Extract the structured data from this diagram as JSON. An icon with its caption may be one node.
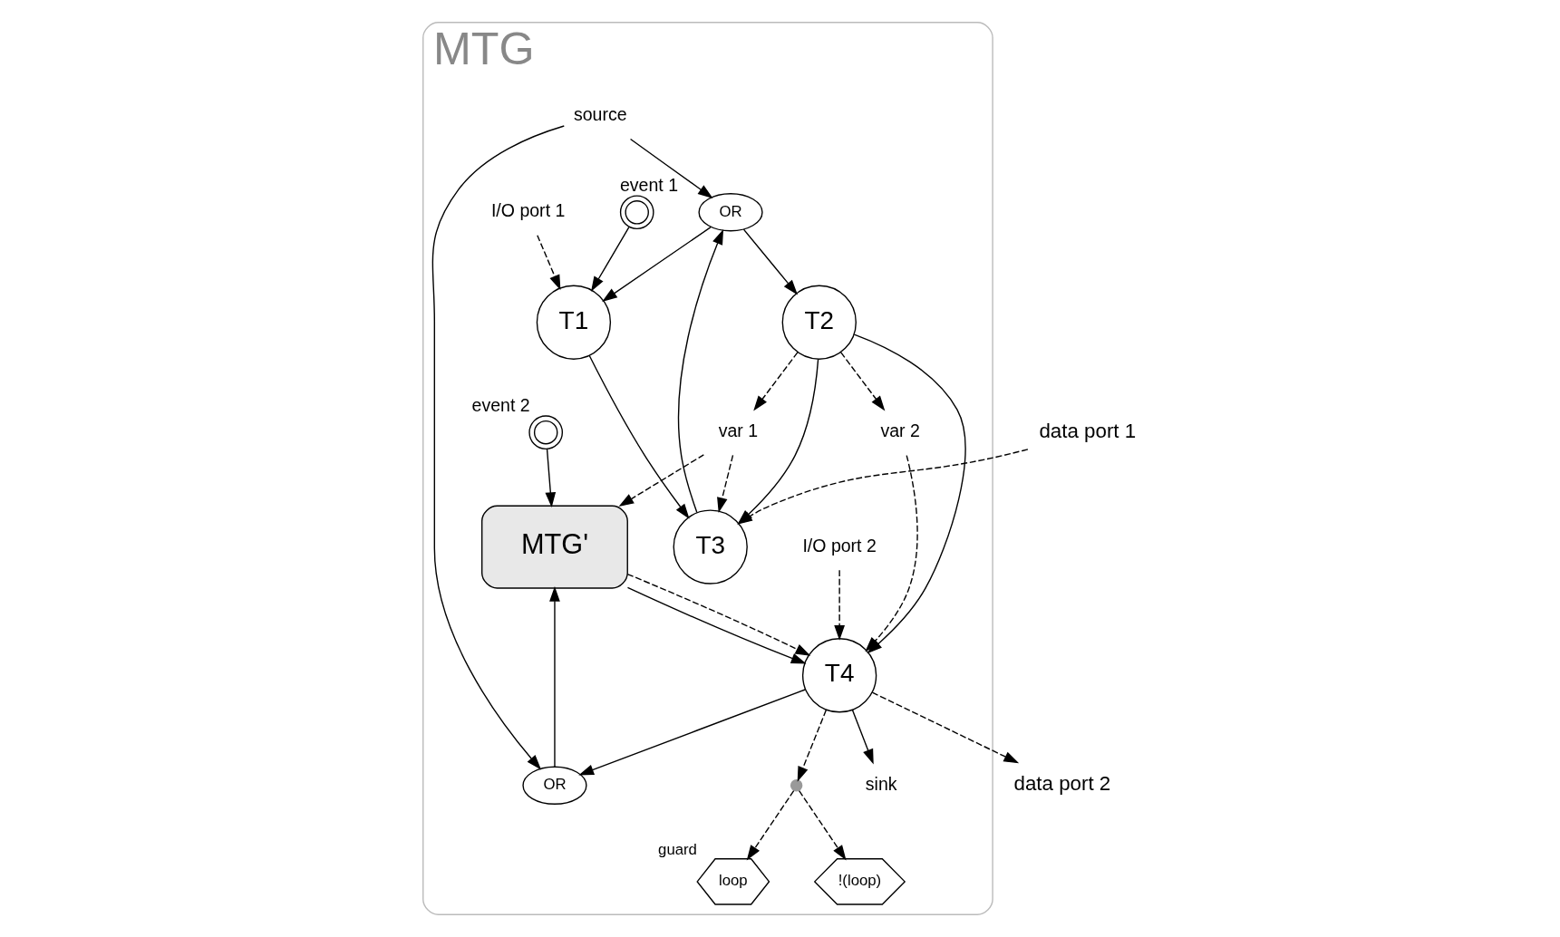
{
  "diagram": {
    "nodes": [
      {
        "text": [
          "MTG"
        ]
      },
      {
        "text": [
          "source"
        ],
        "in": 0
      },
      {
        "text": [
          "OR"
        ],
        "in": 0
      },
      {
        "text": [
          "OR"
        ],
        "in": 0
      },
      {
        "text": [
          "event 1"
        ],
        "in": 0
      },
      {
        "text": [
          "I/O port 1"
        ],
        "in": 0
      },
      {
        "text": [
          "T1"
        ],
        "in": 0
      },
      {
        "text": [
          "T2"
        ],
        "in": 0
      },
      {
        "text": [
          "var 1"
        ],
        "in": 0
      },
      {
        "text": [
          "MTG'"
        ],
        "in": 0
      },
      {
        "text": [
          "event 2"
        ],
        "in": 0
      },
      {
        "text": [
          "T3"
        ],
        "in": 0
      },
      {
        "text": [
          "data port 1"
        ]
      },
      {
        "text": [
          "var 2"
        ],
        "in": 0
      },
      {
        "text": [
          "loop"
        ],
        "beside": [
          "guard"
        ],
        "in": 0
      },
      {
        "text": [
          "T4"
        ],
        "in": 0
      },
      {
        "text": [
          "I/O port 2"
        ],
        "in": 0
      },
      {
        "text": [
          "data port 2"
        ]
      },
      {
        "text": [],
        "shape": "point",
        "in": 0
      },
      {
        "text": [
          "!(loop)"
        ],
        "in": 0
      },
      {
        "text": [
          "sink"
        ],
        "in": 0
      }
    ],
    "edges": [
      {
        "from": 1,
        "to": 2,
        "arrow": "to"
      },
      {
        "from": 1,
        "to": 3,
        "arrow": "to"
      },
      {
        "from": 2,
        "to": 6,
        "arrow": "to"
      },
      {
        "from": 2,
        "to": 7,
        "arrow": "to"
      },
      {
        "from": 4,
        "to": 6,
        "arrow": "to"
      },
      {
        "from": 11,
        "to": 2,
        "arrow": "to"
      },
      {
        "from": 15,
        "to": 3,
        "arrow": "to"
      },
      {
        "from": 3,
        "to": 9,
        "arrow": "to"
      },
      {
        "from": 10,
        "to": 9,
        "arrow": "to"
      },
      {
        "from": 5,
        "to": 6,
        "arrow": "to",
        "style": "dashed"
      },
      {
        "from": 6,
        "to": 11,
        "arrow": "to"
      },
      {
        "from": 7,
        "to": 11,
        "arrow": "to"
      },
      {
        "from": 7,
        "to": 8,
        "arrow": "to",
        "style": "dashed"
      },
      {
        "from": 8,
        "to": 9,
        "arrow": "to",
        "style": "dashed"
      },
      {
        "from": 8,
        "to": 11,
        "arrow": "to",
        "style": "dashed"
      },
      {
        "from": 7,
        "to": 15,
        "arrow": "to"
      },
      {
        "from": 7,
        "to": 13,
        "arrow": "to",
        "style": "dashed"
      },
      {
        "from": 13,
        "to": 15,
        "arrow": "to",
        "style": "dashed"
      },
      {
        "from": 9,
        "to": 15,
        "arrow": "to"
      },
      {
        "from": 9,
        "to": 15,
        "arrow": "to",
        "style": "dashed"
      },
      {
        "from": 12,
        "to": 11,
        "arrow": "to",
        "style": "dashed"
      },
      {
        "from": 16,
        "to": 15,
        "arrow": "to",
        "style": "dashed"
      },
      {
        "from": 15,
        "to": 17,
        "arrow": "to",
        "style": "dashed"
      },
      {
        "from": 15,
        "to": 18,
        "arrow": "to",
        "style": "dashed"
      },
      {
        "from": 18,
        "to": 14,
        "arrow": "to",
        "style": "dashed"
      },
      {
        "from": 18,
        "to": 19,
        "arrow": "to",
        "style": "dashed"
      },
      {
        "from": 15,
        "to": 20,
        "arrow": "to"
      }
    ]
  }
}
